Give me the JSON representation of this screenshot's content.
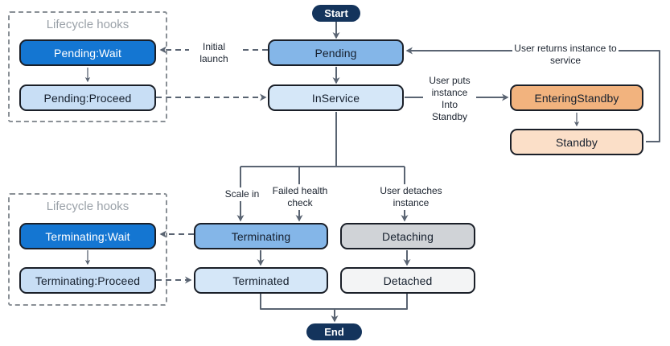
{
  "groups": {
    "top_lifecycle_hooks": {
      "title": "Lifecycle hooks"
    },
    "bottom_lifecycle_hooks": {
      "title": "Lifecycle hooks"
    }
  },
  "nodes": {
    "start": "Start",
    "pending": "Pending",
    "inservice": "InService",
    "entering_standby": "EnteringStandby",
    "standby": "Standby",
    "terminating": "Terminating",
    "detaching": "Detaching",
    "terminated": "Terminated",
    "detached": "Detached",
    "end": "End",
    "pending_wait": "Pending:Wait",
    "pending_proceed": "Pending:Proceed",
    "terminating_wait": "Terminating:Wait",
    "terminating_proceed": "Terminating:Proceed"
  },
  "edge_labels": {
    "initial_launch": "Initial launch",
    "user_puts_instance_into_standby": "User puts instance Into Standby",
    "user_returns_instance_to_service": "User returns instance to service",
    "scale_in": "Scale in",
    "failed_health_check": "Failed health check",
    "user_detaches_instance": "User detaches instance"
  },
  "colors": {
    "terminal_pill": "#14345c",
    "hook_wait_fill": "#1476d2",
    "state_medium_blue": "#84b6e8",
    "state_light_blue": "#d5e7f8",
    "hook_proceed_fill": "#c8def5",
    "entering_standby_fill": "#f2b37e",
    "standby_fill": "#fbdfc8",
    "detaching_fill": "#d0d3d7",
    "detached_fill": "#f3f4f5",
    "node_border": "#1a1f28",
    "connector_gray": "#5a6472",
    "group_border": "#8a9096",
    "group_title_gray": "#9aa1a8"
  }
}
